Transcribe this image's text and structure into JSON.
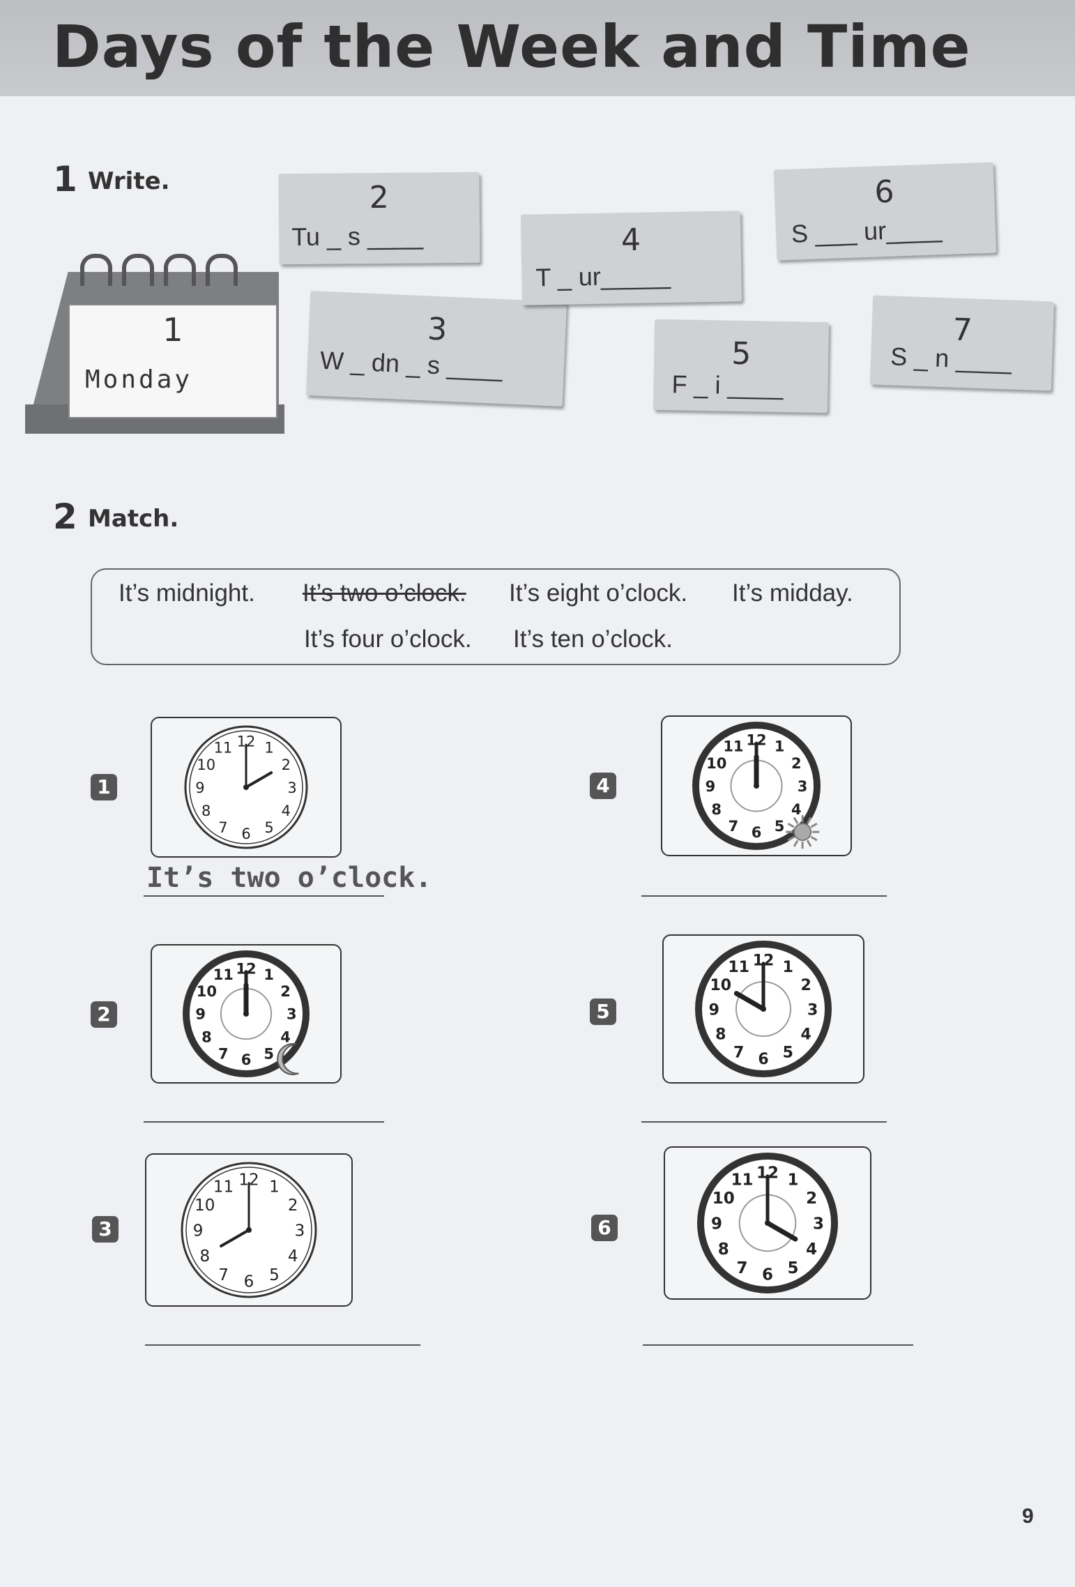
{
  "title": "Days of the Week and Time",
  "section1": {
    "number": "1",
    "label": "Write."
  },
  "calendar": {
    "number": "1",
    "word": "Monday"
  },
  "cards": [
    {
      "number": "2",
      "text": "Tu _ s ____"
    },
    {
      "number": "3",
      "text": "W _ dn _ s ____"
    },
    {
      "number": "4",
      "text": "T _ ur_____"
    },
    {
      "number": "5",
      "text": "F _ i ____"
    },
    {
      "number": "6",
      "text": "S ___ ur____"
    },
    {
      "number": "7",
      "text": "S _ n ____"
    }
  ],
  "section2": {
    "number": "2",
    "label": "Match."
  },
  "options": [
    "It’s midnight.",
    "It’s two o’clock.",
    "It’s eight o’clock.",
    "It’s midday.",
    "It’s four o’clock.",
    "It’s ten o’clock."
  ],
  "items": [
    {
      "number": "1",
      "time": "2:00",
      "style": "plain",
      "answer": "It’s two o’clock."
    },
    {
      "number": "2",
      "time": "12:00",
      "style": "moon",
      "answer": ""
    },
    {
      "number": "3",
      "time": "8:00",
      "style": "plain",
      "answer": ""
    },
    {
      "number": "4",
      "time": "12:00",
      "style": "sun",
      "answer": ""
    },
    {
      "number": "5",
      "time": "10:00",
      "style": "bold",
      "answer": ""
    },
    {
      "number": "6",
      "time": "4:00",
      "style": "bold",
      "answer": ""
    }
  ],
  "page_number": "9"
}
